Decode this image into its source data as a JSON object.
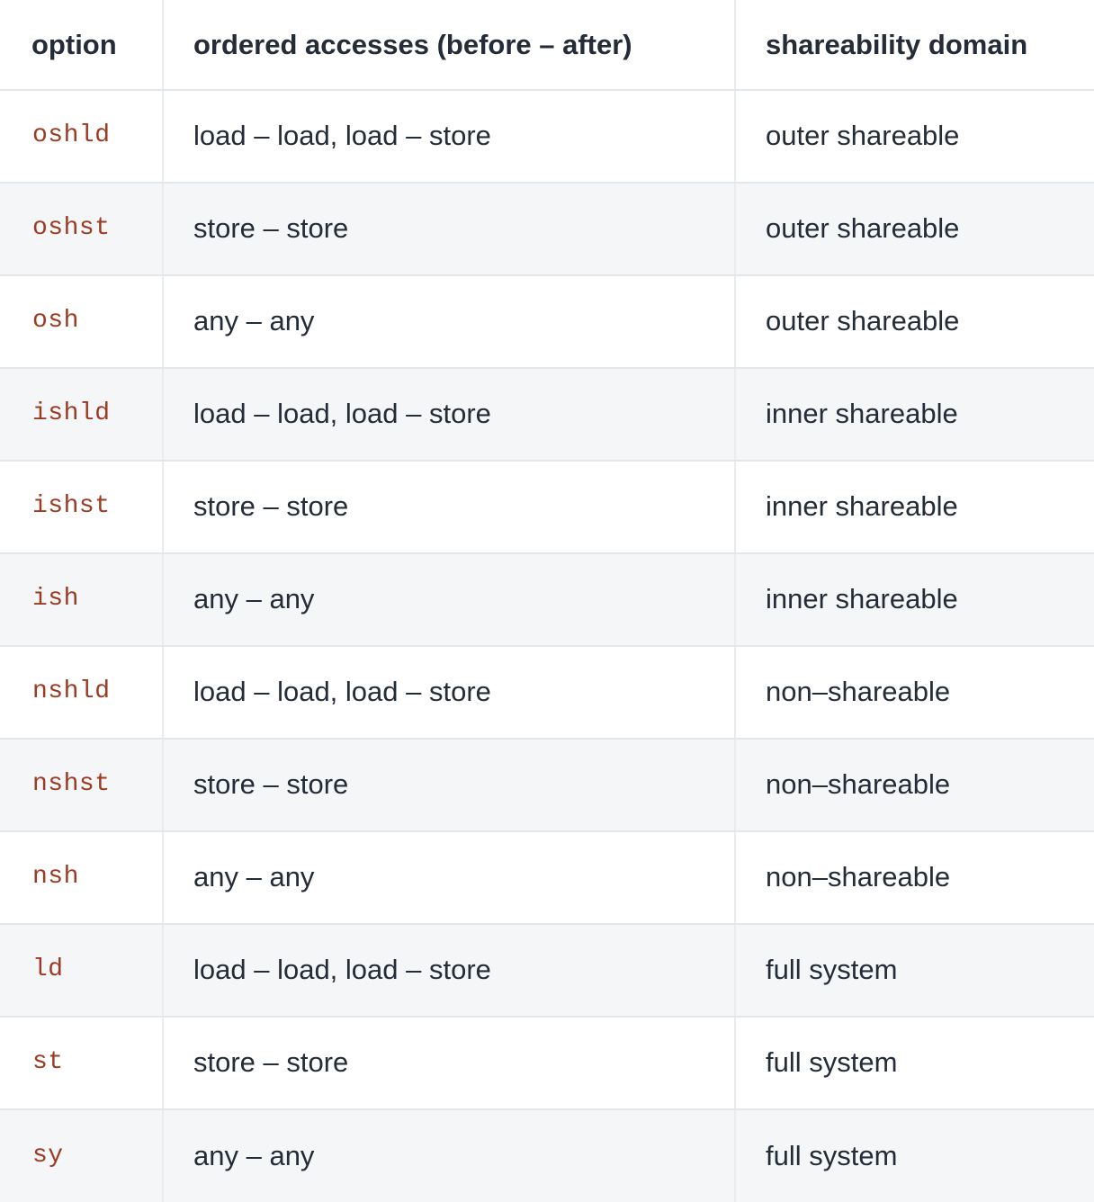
{
  "table": {
    "name": "memory-barrier-options-table",
    "columns": [
      {
        "key": "option",
        "label": "option"
      },
      {
        "key": "accesses",
        "label": "ordered accesses (before – after)"
      },
      {
        "key": "shareability",
        "label": "shareability domain"
      }
    ],
    "colors": {
      "text": "#242c38",
      "code_text": "#9c3b22",
      "row_odd_bg": "#ffffff",
      "row_even_bg": "#f5f6f8",
      "border": "#e4e7ea",
      "page_bg": "#ffffff"
    },
    "rows": [
      {
        "option": "oshld",
        "accesses": "load – load, load – store",
        "shareability": "outer shareable"
      },
      {
        "option": "oshst",
        "accesses": "store – store",
        "shareability": "outer shareable"
      },
      {
        "option": "osh",
        "accesses": "any – any",
        "shareability": "outer shareable"
      },
      {
        "option": "ishld",
        "accesses": "load – load, load – store",
        "shareability": "inner shareable"
      },
      {
        "option": "ishst",
        "accesses": "store – store",
        "shareability": "inner shareable"
      },
      {
        "option": "ish",
        "accesses": "any – any",
        "shareability": "inner shareable"
      },
      {
        "option": "nshld",
        "accesses": "load – load, load – store",
        "shareability": "non–shareable"
      },
      {
        "option": "nshst",
        "accesses": "store – store",
        "shareability": "non–shareable"
      },
      {
        "option": "nsh",
        "accesses": "any – any",
        "shareability": "non–shareable"
      },
      {
        "option": "ld",
        "accesses": "load – load, load – store",
        "shareability": "full system"
      },
      {
        "option": "st",
        "accesses": "store – store",
        "shareability": "full system"
      },
      {
        "option": "sy",
        "accesses": "any – any",
        "shareability": "full system"
      }
    ]
  }
}
